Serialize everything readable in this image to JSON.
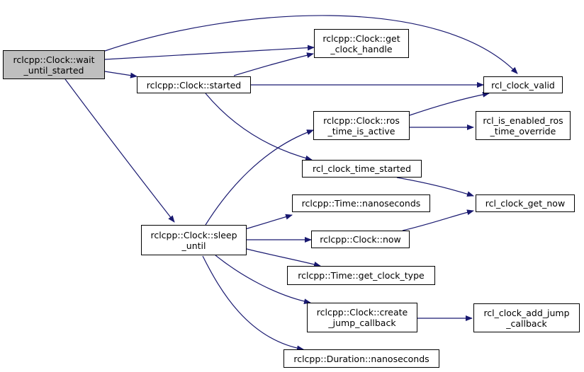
{
  "nodes": {
    "wait_until_started": {
      "line1": "rclcpp::Clock::wait",
      "line2": "_until_started"
    },
    "get_clock_handle": {
      "line1": "rclcpp::Clock::get",
      "line2": "_clock_handle"
    },
    "started": {
      "line1": "rclcpp::Clock::started"
    },
    "rcl_clock_valid": {
      "line1": "rcl_clock_valid"
    },
    "ros_time_is_active": {
      "line1": "rclcpp::Clock::ros",
      "line2": "_time_is_active"
    },
    "rcl_is_enabled_ros_time_override": {
      "line1": "rcl_is_enabled_ros",
      "line2": "_time_override"
    },
    "rcl_clock_time_started": {
      "line1": "rcl_clock_time_started"
    },
    "rcl_clock_get_now": {
      "line1": "rcl_clock_get_now"
    },
    "time_nanoseconds": {
      "line1": "rclcpp::Time::nanoseconds"
    },
    "sleep_until": {
      "line1": "rclcpp::Clock::sleep",
      "line2": "_until"
    },
    "clock_now": {
      "line1": "rclcpp::Clock::now"
    },
    "time_get_clock_type": {
      "line1": "rclcpp::Time::get_clock_type"
    },
    "create_jump_callback": {
      "line1": "rclcpp::Clock::create",
      "line2": "_jump_callback"
    },
    "rcl_clock_add_jump_callback": {
      "line1": "rcl_clock_add_jump",
      "line2": "_callback"
    },
    "duration_nanoseconds": {
      "line1": "rclcpp::Duration::nanoseconds"
    }
  },
  "colors": {
    "edge": "#191970",
    "root_fill": "#bfbfbf",
    "node_fill": "#ffffff"
  }
}
